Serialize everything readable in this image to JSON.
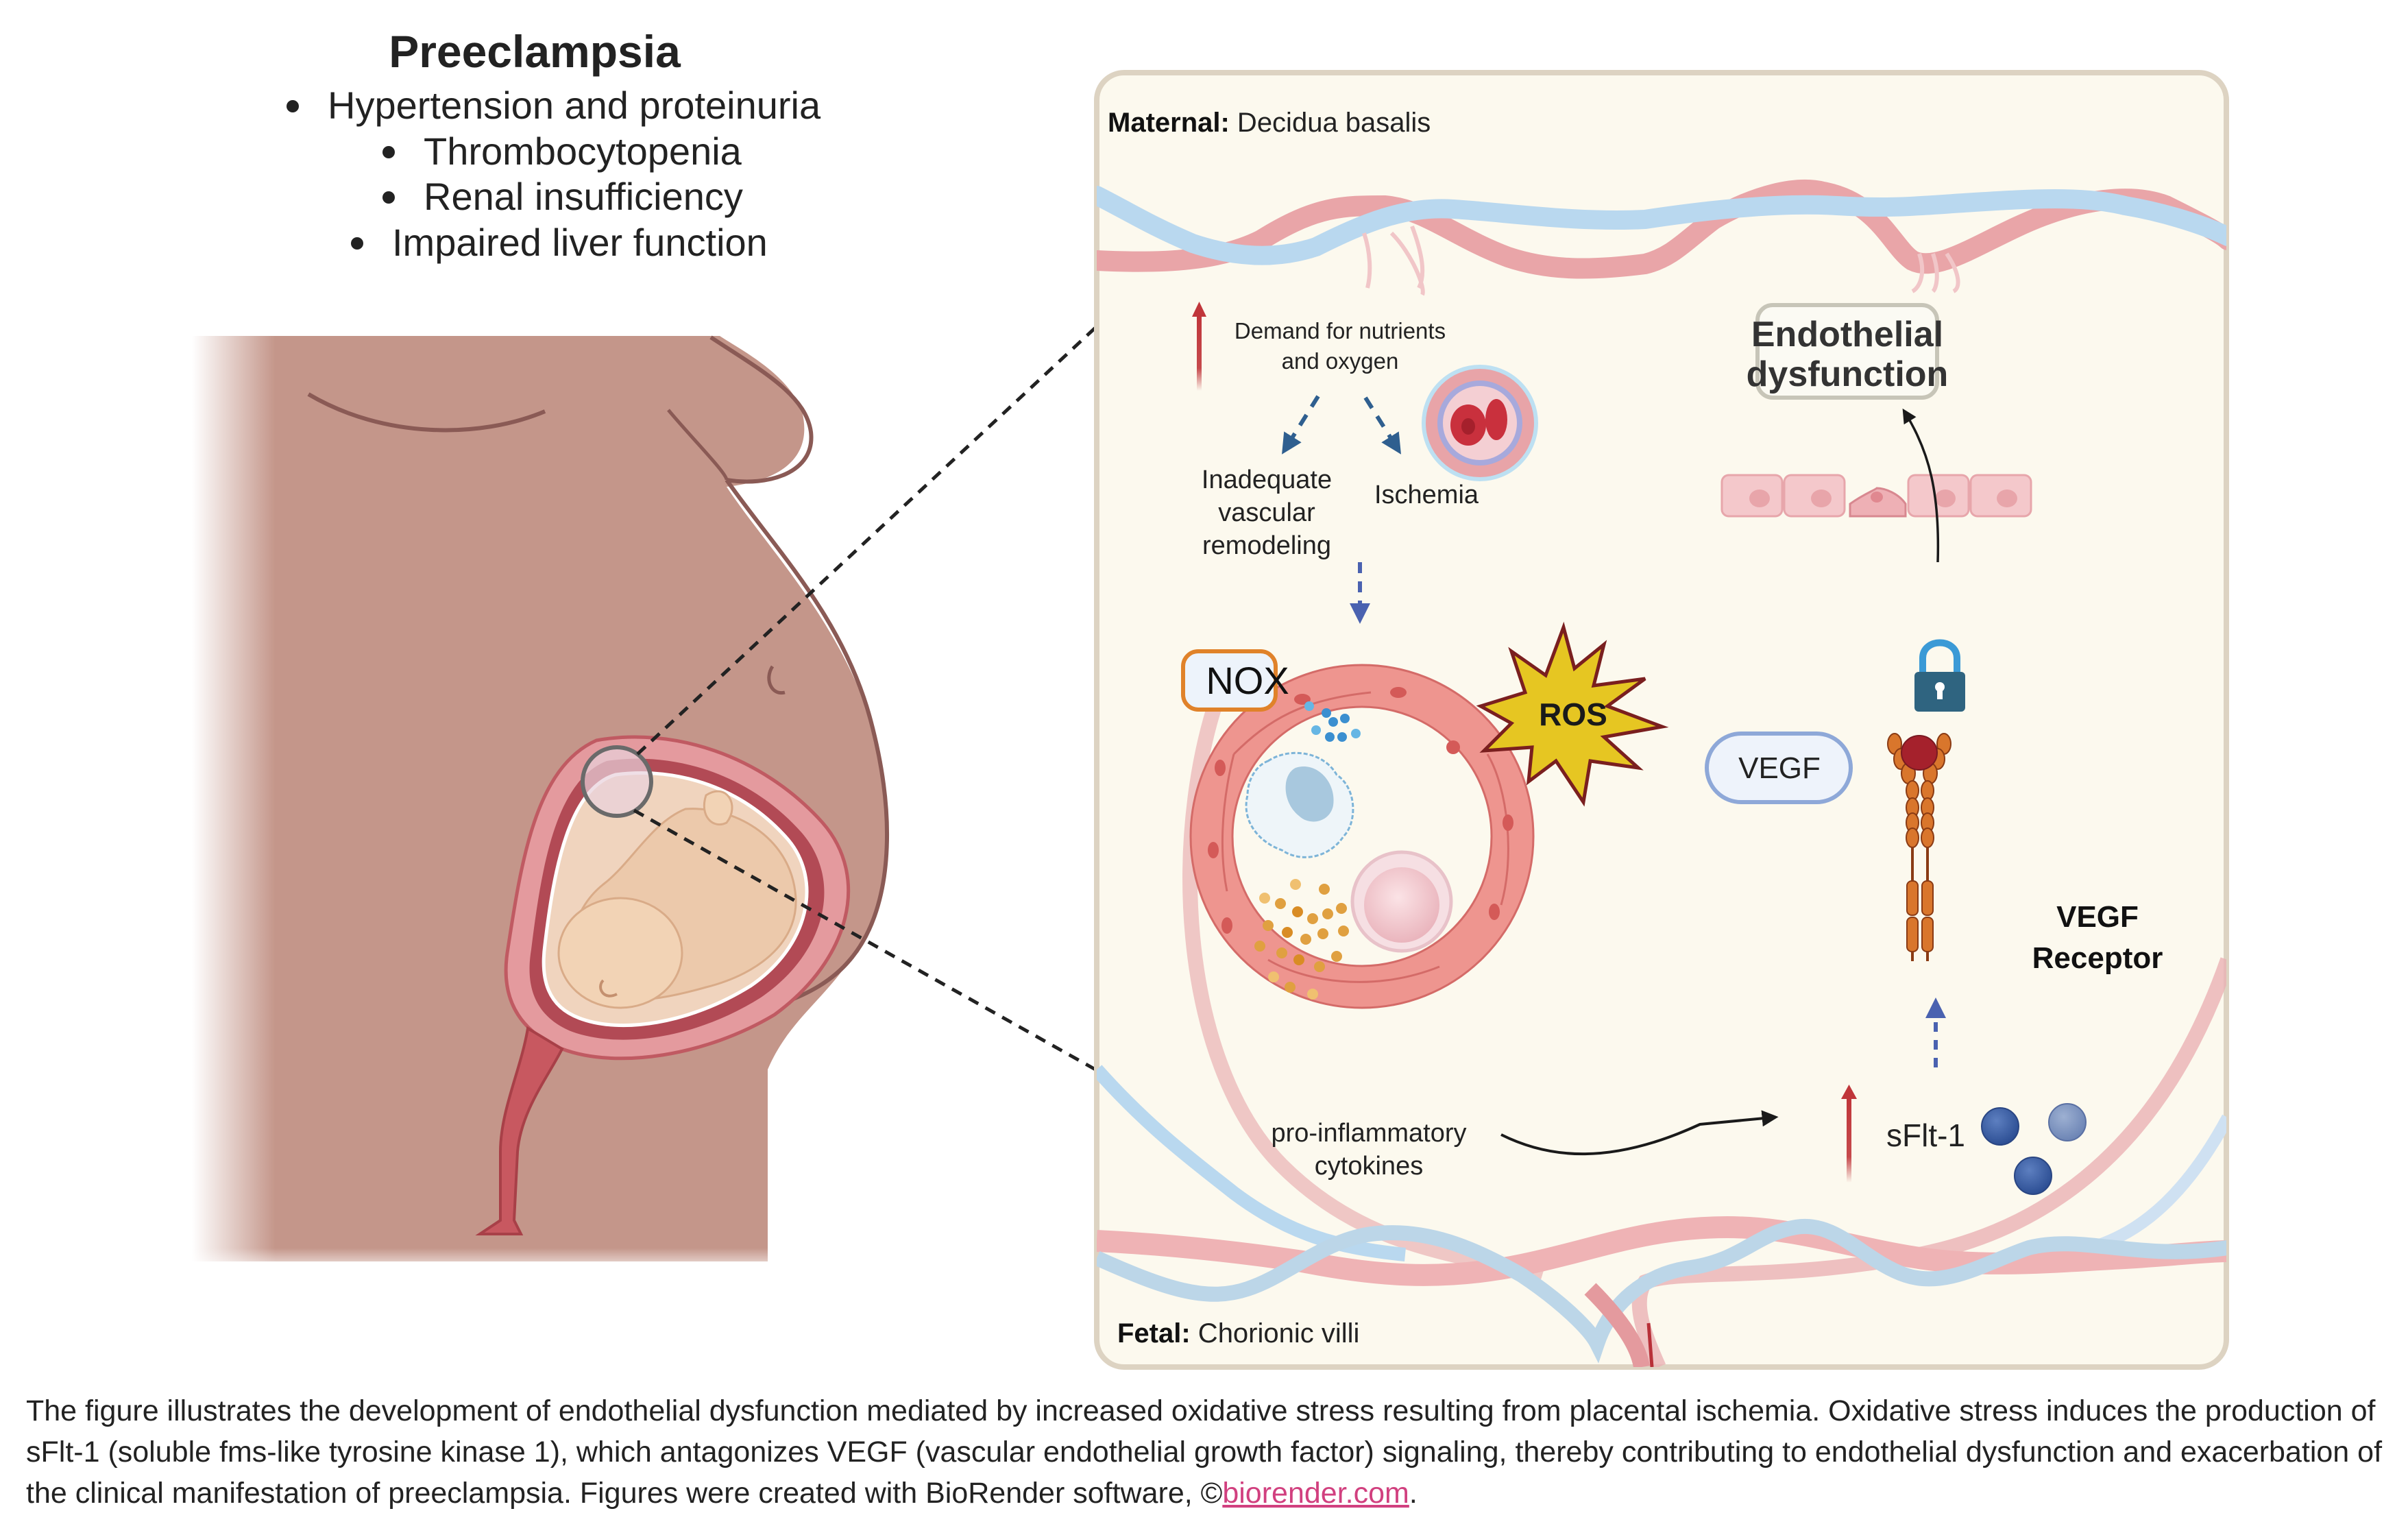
{
  "figure": {
    "left_panel": {
      "title": "Preeclampsia",
      "symptoms": [
        "Hypertension and proteinuria",
        "Thrombocytopenia",
        "Renal insufficiency",
        "Impaired liver function"
      ]
    },
    "right_panel": {
      "maternal_label_bold": "Maternal:",
      "maternal_label_rest": " Decidua basalis",
      "fetal_label_bold": "Fetal:",
      "fetal_label_rest": " Chorionic villi",
      "demand_line1": "Demand for nutrients",
      "demand_line2": "and oxygen",
      "inadequate_line1": "Inadequate",
      "inadequate_line2": "vascular",
      "inadequate_line3": "remodeling",
      "ischemia": "Ischemia",
      "nox": "NOX",
      "ros": "ROS",
      "cytokines_line1": "pro-inflammatory",
      "cytokines_line2": "cytokines",
      "sflt1": "sFlt-1",
      "vegf": "VEGF",
      "receptor_line1": "VEGF",
      "receptor_line2": "Receptor",
      "endo_line1": "Endothelial",
      "endo_line2": "dysfunction"
    },
    "colors": {
      "panel_bg": "#fcf9ee",
      "panel_border": "#ddd3c2",
      "artery": "#e9a5a8",
      "vein": "#b9d8ef",
      "skin": "#c4968a",
      "increase_arrow": "#c0363a",
      "dashed_arrow": "#2f5f8f",
      "nox_border": "#e0822a",
      "ros_fill": "#e6c622",
      "vegf_border": "#8ea8d8",
      "lock": "#2f6480",
      "link": "#d1407f"
    }
  },
  "caption": {
    "text": "The figure illustrates the development of endothelial dysfunction mediated by increased oxidative stress resulting from placental ischemia. Oxidative stress induces the production of sFlt-1 (soluble fms-like tyrosine kinase 1), which antagonizes VEGF (vascular endothelial growth factor) signaling, thereby contributing to endothelial dysfunction and exacerbation of the clinical manifestation of preeclampsia. Figures were created with BioRender software, ©",
    "link_text": "biorender.com",
    "suffix": "."
  }
}
